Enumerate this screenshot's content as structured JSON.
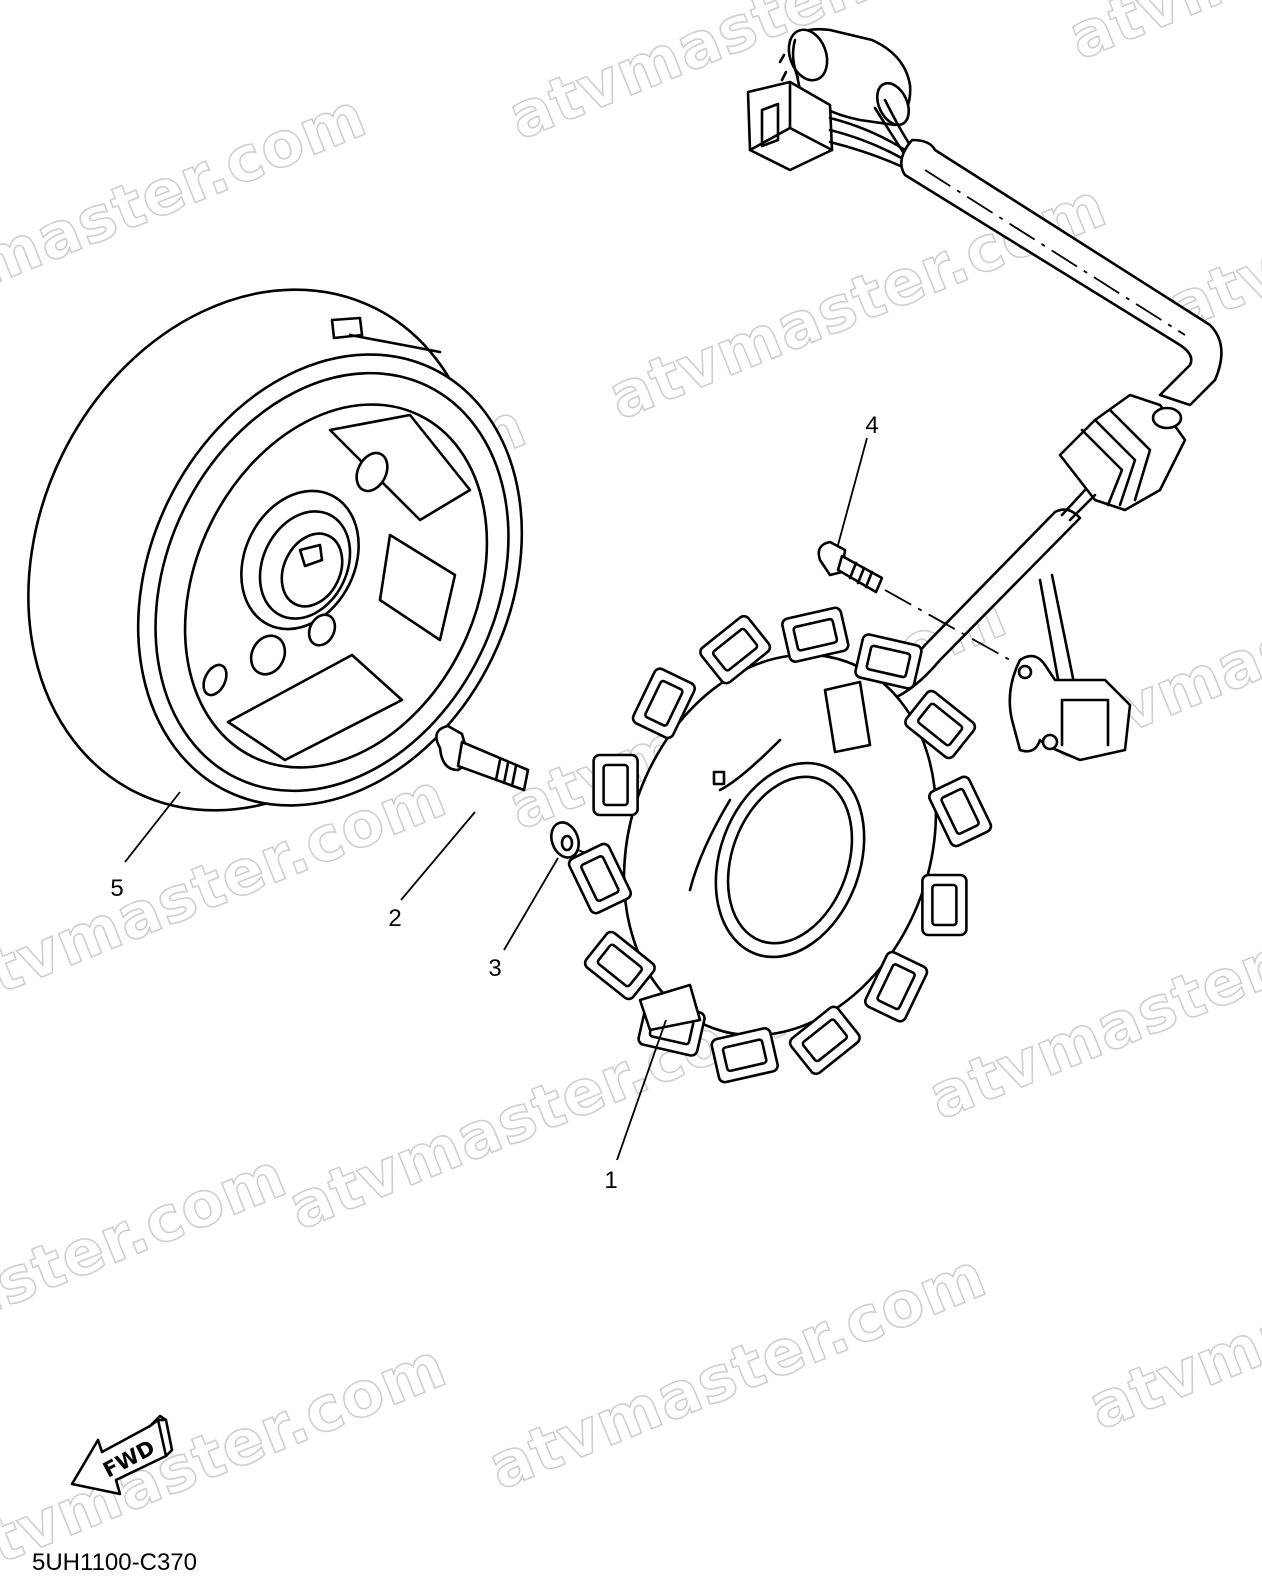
{
  "diagram": {
    "callouts": [
      "1",
      "2",
      "3",
      "4",
      "5"
    ],
    "watermark": "atvmaster.com",
    "fwd_label": "FWD",
    "drawing_code": "5UH1100-C370"
  }
}
